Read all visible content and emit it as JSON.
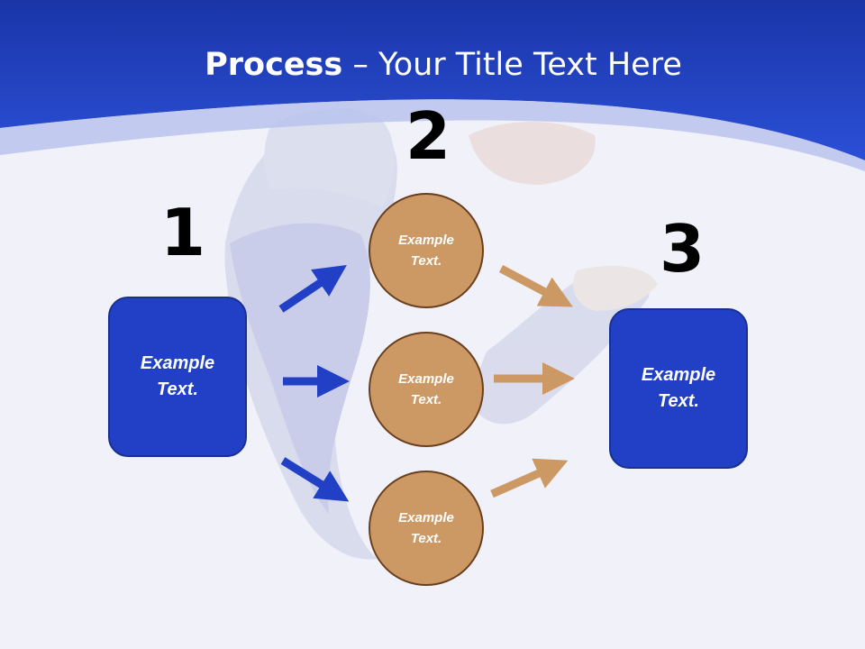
{
  "title": {
    "bold": "Process",
    "rest": " – Your Title Text Here"
  },
  "steps": [
    {
      "number": "1",
      "label": "Example Text."
    },
    {
      "number": "2",
      "items": [
        "Example Text.",
        "Example Text.",
        "Example Text."
      ]
    },
    {
      "number": "3",
      "label": "Example Text."
    }
  ],
  "colors": {
    "header": "#2140c6",
    "box": "#2140c6",
    "circle": "#cc9965",
    "blue_arrow": "#2140c6",
    "tan_arrow": "#cc9965"
  }
}
